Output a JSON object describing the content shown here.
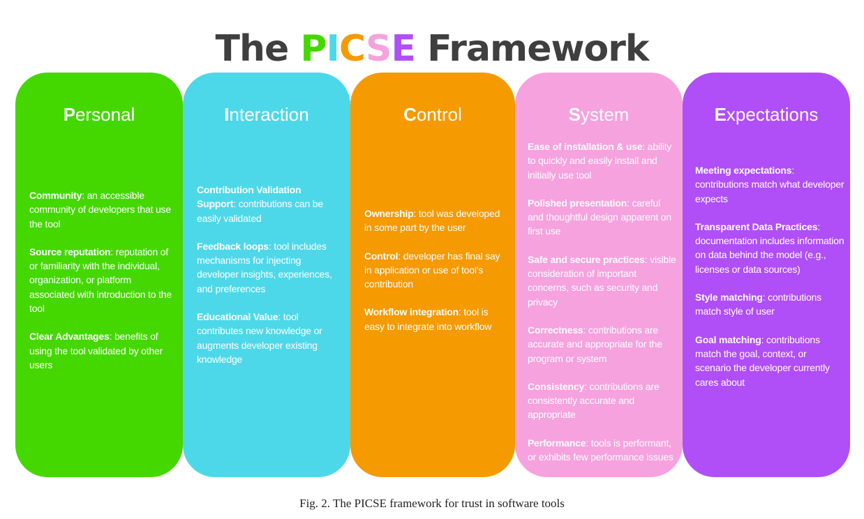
{
  "title": {
    "part_the": "The ",
    "letters": [
      "P",
      "I",
      "C",
      "S",
      "E"
    ],
    "letter_colors": [
      "#44d800",
      "#4dd8ea",
      "#f59a00",
      "#f6a2df",
      "#b04ef7"
    ],
    "part_framework": " Framework",
    "text_color": "#3f3f3f"
  },
  "columns": [
    {
      "id": "personal",
      "bg": "#44d800",
      "head_first": "P",
      "head_rest": "ersonal",
      "items": [
        {
          "term": "Community",
          "desc": ": an accessible community of developers that use the tool"
        },
        {
          "term": "Source reputation",
          "desc": ": reputation of or familiarity with the individual, organization, or platform associated with introduction to the tool"
        },
        {
          "term": "Clear Advantages",
          "desc": ": benefits of using the tool validated by other users"
        }
      ]
    },
    {
      "id": "interaction",
      "bg": "#4dd8ea",
      "head_first": "I",
      "head_rest": "nteraction",
      "items": [
        {
          "term": "Contribution Validation Support",
          "desc": ": contributions can be easily validated"
        },
        {
          "term": "Feedback loops",
          "desc": ": tool includes mechanisms for injecting developer insights, experiences, and preferences"
        },
        {
          "term": "Educational Value",
          "desc": ": tool contributes new knowledge or augments developer existing knowledge"
        }
      ]
    },
    {
      "id": "control",
      "bg": "#f59a00",
      "head_first": "C",
      "head_rest": "ontrol",
      "items": [
        {
          "term": "Ownership",
          "desc": ": tool was developed in some part by the user"
        },
        {
          "term": "Control",
          "desc": ": developer has final say in application or use of tool’s contribution"
        },
        {
          "term": "Workflow integration",
          "desc": ": tool is easy to integrate into workflow"
        }
      ]
    },
    {
      "id": "system",
      "bg": "#f6a2df",
      "head_first": "S",
      "head_rest": "ystem",
      "items": [
        {
          "term": "Ease of installation & use",
          "desc": ": ability to quickly and easily install and initially use tool"
        },
        {
          "term": "Polished presentation",
          "desc": ": careful and thoughtful design apparent on first use"
        },
        {
          "term": "Safe and secure practices",
          "desc": ": visible consideration of important concerns, such as security and privacy"
        },
        {
          "term": "Correctness",
          "desc": ": contributions are accurate and appropriate for the program or system"
        },
        {
          "term": "Consistency",
          "desc": ": contributions are consistently accurate and appropriate"
        },
        {
          "term": "Performance",
          "desc": ": tools is performant, or exhibits few performance issues"
        }
      ]
    },
    {
      "id": "expectations",
      "bg": "#b04ef7",
      "head_first": "E",
      "head_rest": "xpectations",
      "items": [
        {
          "term": "Meeting expectations",
          "desc": ": contributions match what developer expects"
        },
        {
          "term": "Transparent Data Practices",
          "desc": ": documentation includes information on data behind the model (e.g., licenses or data sources)"
        },
        {
          "term": "Style matching",
          "desc": ": contributions match style of user"
        },
        {
          "term": "Goal matching",
          "desc": ": contributions match the goal, context, or scenario the developer currently cares about"
        }
      ]
    }
  ],
  "caption": "Fig. 2.  The PICSE framework for trust in software tools"
}
